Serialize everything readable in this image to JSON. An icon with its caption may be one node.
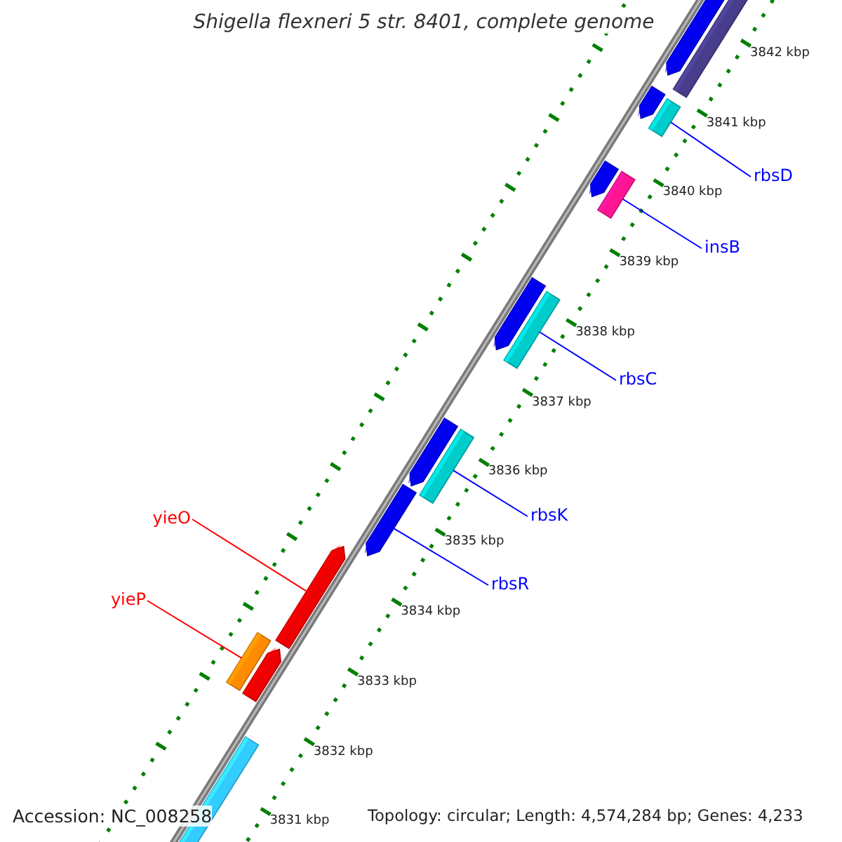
{
  "diagram": {
    "title": "Shigella flexneri 5 str. 8401, complete genome",
    "nodes": [
      {
        "text": [
          "rbsD"
        ]
      },
      {
        "text": [
          "insB"
        ]
      },
      {
        "text": [
          "rbsC"
        ]
      },
      {
        "text": [
          "rbsK"
        ]
      },
      {
        "text": [
          "rbsR"
        ]
      },
      {
        "text": [
          "yieO"
        ]
      },
      {
        "text": [
          "yieP"
        ]
      },
      {
        "text": [],
        "shape": "bar"
      },
      {
        "text": [],
        "shape": "bar"
      },
      {
        "text": [],
        "shape": "bar"
      },
      {
        "text": [],
        "shape": "bar"
      },
      {
        "text": [],
        "shape": "bar"
      },
      {
        "text": [],
        "shape": "bar"
      },
      {
        "text": [],
        "shape": "bar"
      }
    ],
    "edges": [
      {
        "from": 0,
        "to": 7,
        "arrow": "none"
      },
      {
        "from": 1,
        "to": 8,
        "arrow": "none"
      },
      {
        "from": 2,
        "to": 9,
        "arrow": "none"
      },
      {
        "from": 3,
        "to": 10,
        "arrow": "none"
      },
      {
        "from": 4,
        "to": 11,
        "arrow": "none"
      },
      {
        "from": 5,
        "to": 12,
        "arrow": "none",
        "color": "#ff0000"
      },
      {
        "from": 6,
        "to": 13,
        "arrow": "none",
        "color": "#ff0000"
      }
    ],
    "labels": [
      "3842 kbp",
      "3841 kbp",
      "3840 kbp",
      "3839 kbp",
      "3838 kbp",
      "3837 kbp",
      "3836 kbp",
      "3835 kbp",
      "3834 kbp",
      "3833 kbp",
      "3832 kbp",
      "3831 kbp",
      "Accession: NC_008258",
      "Topology: circular; Length: 4,574,284 bp; Genes: 4,233"
    ]
  }
}
